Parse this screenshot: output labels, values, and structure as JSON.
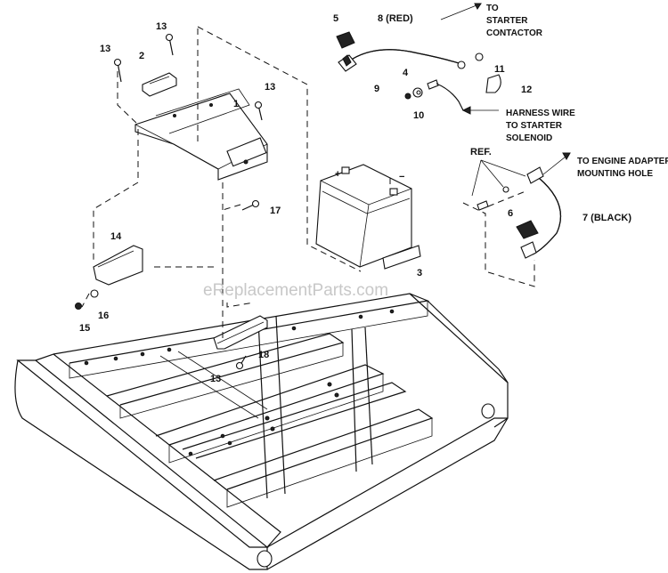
{
  "watermark": "eReplacementParts.com",
  "callouts": {
    "c1": "1",
    "c2": "2",
    "c3": "3",
    "c4": "4",
    "c5": "5",
    "c6": "6",
    "c7": "7 (BLACK)",
    "c8": "8 (RED)",
    "c9": "9",
    "c10": "10",
    "c11": "11",
    "c12": "12",
    "c13a": "13",
    "c13b": "13",
    "c13c": "13",
    "c13d": "13",
    "c14": "14",
    "c15": "15",
    "c16": "16",
    "c17": "17",
    "c18": "18",
    "ref": "REF."
  },
  "notes": {
    "starter_contactor": [
      "TO",
      "STARTER",
      "CONTACTOR"
    ],
    "harness": [
      "HARNESS WIRE",
      "TO STARTER",
      "SOLENOID"
    ],
    "engine_adapter": [
      "TO ENGINE ADAPTER",
      "MOUNTING HOLE"
    ]
  },
  "battery_terminals": {
    "pos": "+",
    "neg": "−"
  }
}
